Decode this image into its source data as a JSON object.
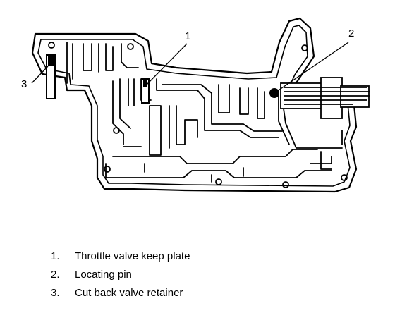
{
  "callouts": [
    {
      "number": "1",
      "text": "Throttle valve keep plate"
    },
    {
      "number": "2",
      "text": "Locating pin"
    },
    {
      "number": "3",
      "text": "Cut back valve retainer"
    }
  ],
  "legend": [
    {
      "number": "1.",
      "text": "Throttle valve keep plate"
    },
    {
      "number": "2.",
      "text": "Locating pin"
    },
    {
      "number": "3.",
      "text": "Cut back valve retainer"
    }
  ]
}
